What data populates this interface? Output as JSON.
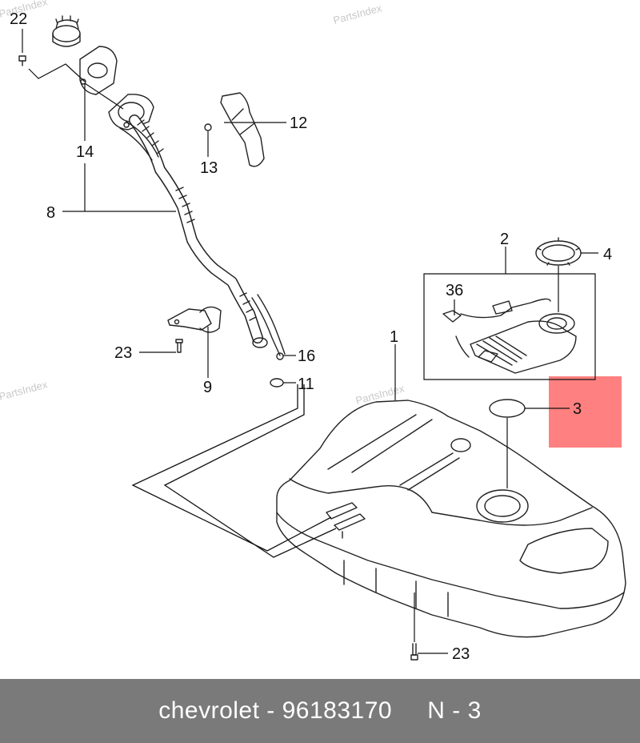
{
  "watermark": "PartsIndex",
  "highlight_color": "#ff8080",
  "footer_bg": "#7a7a7a",
  "labels": {
    "c22": "22",
    "c14": "14",
    "c8": "8",
    "c12": "12",
    "c13": "13",
    "c2": "2",
    "c4": "4",
    "c36": "36",
    "c1": "1",
    "c23a": "23",
    "c9": "9",
    "c16": "16",
    "c11": "11",
    "c3": "3",
    "c23b": "23"
  },
  "footer": {
    "brand": "chevrolet",
    "separator": " - ",
    "part_number": "96183170",
    "position_label": "N - 3"
  }
}
